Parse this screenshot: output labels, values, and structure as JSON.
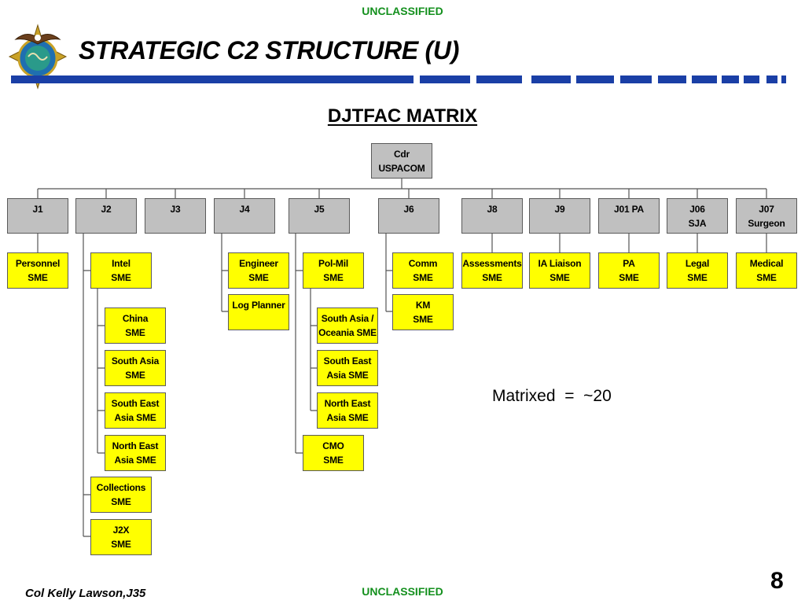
{
  "classification_top": "UNCLASSIFIED",
  "classification_bottom": "UNCLASSIFIED",
  "title": "STRATEGIC C2 STRUCTURE (U)",
  "subtitle": "DJTFAC MATRIX",
  "root": "Cdr\nUSPACOM",
  "directorates": [
    "J1",
    "J2",
    "J3",
    "J4",
    "J5",
    "J6",
    "J8",
    "J9",
    "J01 PA",
    "J06\nSJA",
    "J07\nSurgeon"
  ],
  "smes": {
    "j1_personnel": "Personnel\nSME",
    "j2_intel": "Intel\nSME",
    "j2_china": "China\nSME",
    "j2_south_asia": "South Asia\nSME",
    "j2_south_east_asia": "South East\nAsia SME",
    "j2_north_east_asia": "North East\nAsia SME",
    "j2_collections": "Collections\nSME",
    "j2_j2x": "J2X\nSME",
    "j4_engineer": "Engineer\nSME",
    "j4_log_planner": "Log Planner",
    "j5_pol_mil": "Pol-Mil\nSME",
    "j5_south_asia_oceania": "South Asia /\nOceania SME",
    "j5_south_east_asia": "South East\nAsia SME",
    "j5_north_east_asia": "North East\nAsia SME",
    "j5_cmo": "CMO\nSME",
    "j6_comm": "Comm\nSME",
    "j6_km": "KM\nSME",
    "j8_assessments": "Assessments\nSME",
    "j9_ia_liaison": "IA Liaison\nSME",
    "j01_pa": "PA\nSME",
    "j06_legal": "Legal\nSME",
    "j07_medical": "Medical\nSME"
  },
  "matrix_note": "Matrixed  =  ~20",
  "presenter": "Col Kelly Lawson,J35",
  "slide_number": "8",
  "colors": {
    "classification": "#14901e",
    "directorate_fill": "#c0c0c0",
    "sme_fill": "#ffff00",
    "title_bar": "#1a3fa6"
  }
}
